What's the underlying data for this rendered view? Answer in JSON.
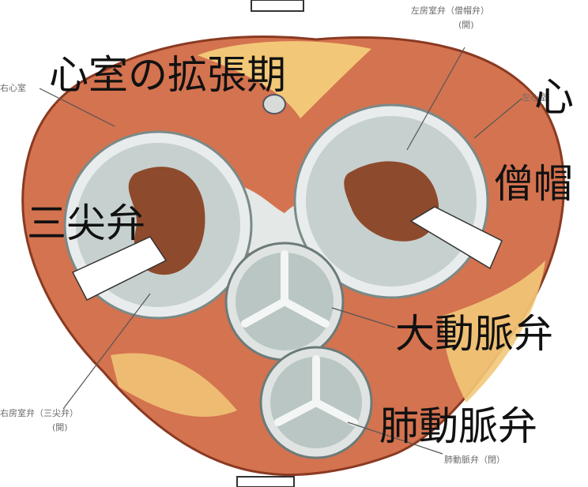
{
  "big_labels": {
    "title": "心室の拡張期",
    "title_right_cut": "心",
    "tricuspid": "三尖弁",
    "mitral": "僧帽",
    "aortic": "大動脈弁",
    "pulmonary": "肺動脈弁"
  },
  "small_labels": {
    "top_valve": "左房室弁（僧帽弁）",
    "top_valve_state": "(開)",
    "right_ventricle": "右心室",
    "left_ventricle": "左心室",
    "bottom_left_valve": "右房室弁（三尖弁）",
    "bottom_left_state": "(開)",
    "pulmonary_small": "肺動脈弁（閉）"
  },
  "colors": {
    "muscle": "#d4734f",
    "muscle_dark": "#b85a3a",
    "fat": "#f2c878",
    "valve_ring": "#e9ecec",
    "valve_inner": "#bcc7c6",
    "cavity": "#8e4a2c",
    "text": "#111111"
  }
}
